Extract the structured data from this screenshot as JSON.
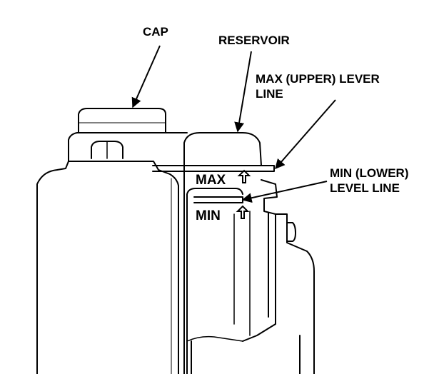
{
  "labels": {
    "cap": "CAP",
    "reservoir": "RESERVOIR",
    "max_line_1": "MAX (UPPER) LEVER",
    "max_line_2": "LINE",
    "min_line_1": "MIN (LOWER)",
    "min_line_2": "LEVEL LINE"
  },
  "markings": {
    "max": "MAX",
    "min": "MIN"
  },
  "colors": {
    "ink": "#000000",
    "paper": "#ffffff"
  }
}
